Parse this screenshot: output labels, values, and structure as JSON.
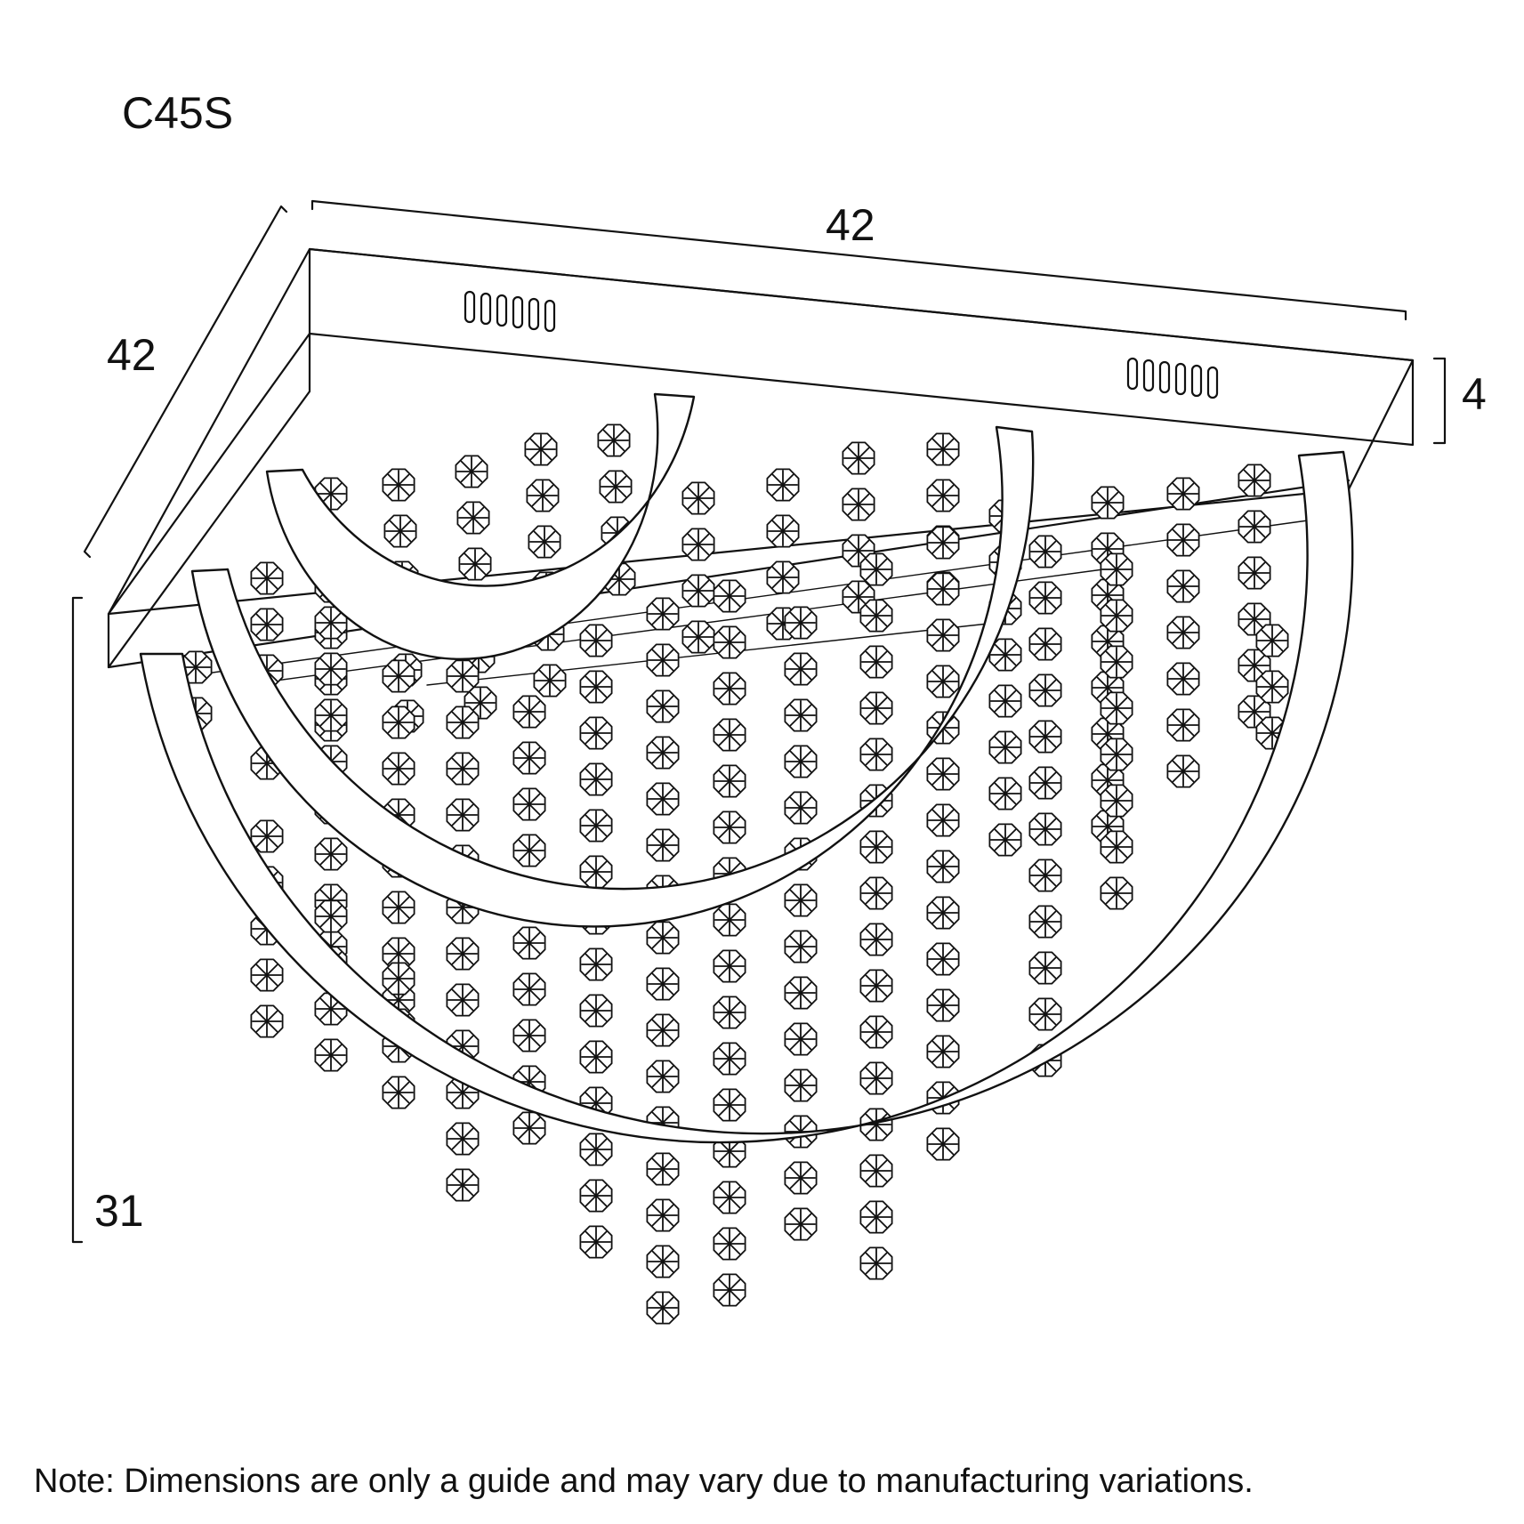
{
  "model_code": "C45S",
  "dimensions": {
    "width": "42",
    "depth": "42",
    "base_height": "4",
    "overall_height": "31"
  },
  "note": "Note: Dimensions are only a guide and may vary due to manufacturing variations.",
  "colors": {
    "line": "#111111",
    "background": "#ffffff"
  }
}
